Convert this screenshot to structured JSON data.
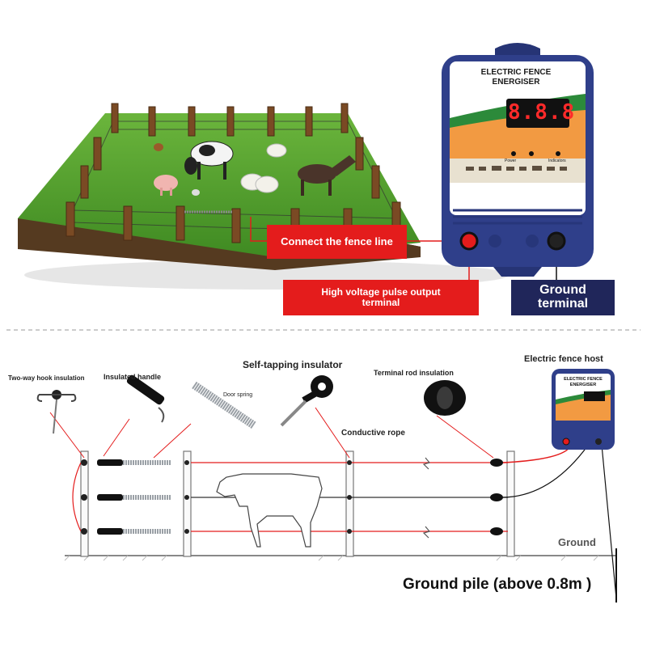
{
  "energiser": {
    "title_line1": "ELECTRIC FENCE",
    "title_line2": "ENERGISER",
    "display": "8.8.8",
    "label_left": "Power",
    "label_right": "Indicators"
  },
  "callouts": {
    "connect": "Connect the fence line",
    "output_line1": "High voltage pulse output",
    "output_line2": "terminal",
    "ground_line1": "Ground",
    "ground_line2": "terminal"
  },
  "diagram": {
    "hook": "Two-way hook insulation",
    "handle": "Insulated handle",
    "spring": "Door spring",
    "self_tapping": "Self-tapping insulator",
    "terminal_rod": "Terminal rod insulation",
    "host": "Electric fence host",
    "rope": "Conductive rope",
    "ground": "Ground",
    "pile": "Ground pile (above 0.8m )",
    "host_title1": "ELECTRIC FENCE",
    "host_title2": "ENERGISER"
  },
  "colors": {
    "red": "#e41c1c",
    "navy": "#20265a",
    "device": "#2f3f8a",
    "grass": "#4b9a2a",
    "orange": "#f29a42"
  }
}
